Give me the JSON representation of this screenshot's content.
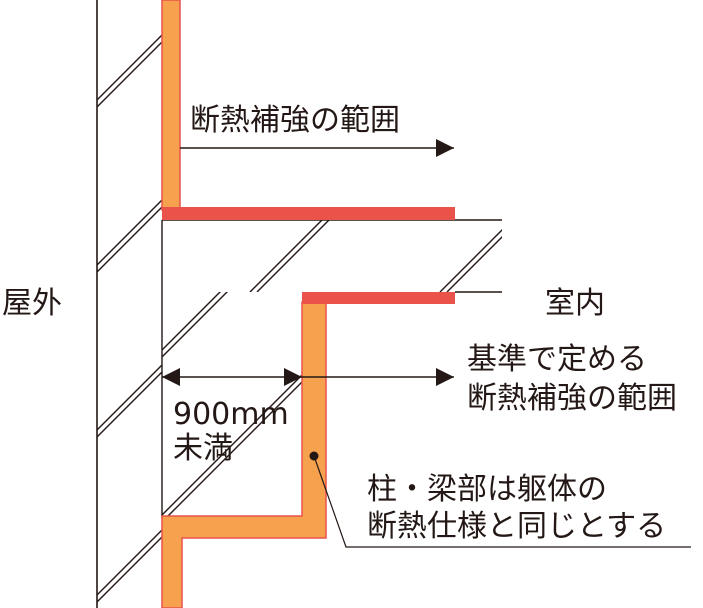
{
  "labels": {
    "outdoor": "屋外",
    "indoor": "室内",
    "top_range": "断熱補強の範囲",
    "std_range_line1": "基準で定める",
    "std_range_line2": "断熱補強の範囲",
    "dim_line1": "900mm",
    "dim_line2": "未満",
    "note_line1": "柱・梁部は躯体の",
    "note_line2": "断熱仕様と同じとする"
  },
  "colors": {
    "orange_insulation": "#F6A14E",
    "red_insulation": "#E9534A",
    "line": "#231815",
    "background": "#FFFFFF"
  }
}
